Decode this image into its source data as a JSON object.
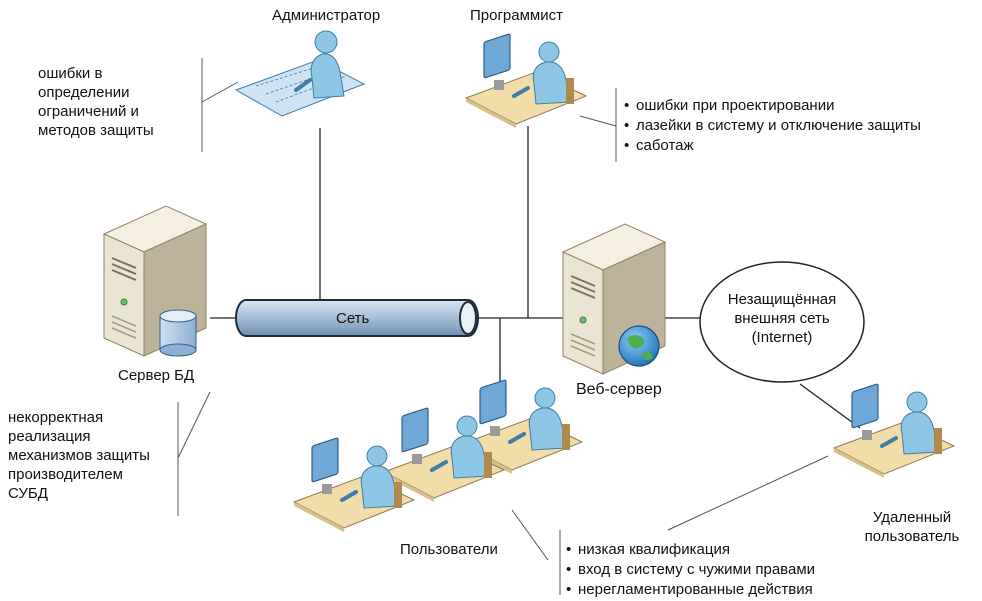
{
  "nodes": {
    "admin_label": "Администратор",
    "programmer_label": "Программист",
    "db_server_label": "Сервер БД",
    "web_server_label": "Веб-сервер",
    "network_label": "Сеть",
    "external_network_lines": [
      "Незащищённая",
      "внешняя сеть",
      "(Internet)"
    ],
    "users_label": "Пользователи",
    "remote_user_lines": [
      "Удаленный",
      "пользователь"
    ]
  },
  "notes": {
    "admin_errors_lines": [
      "ошибки в",
      "определении",
      "ограничений и",
      "методов защиты"
    ],
    "dbms_errors_lines": [
      "некорректная",
      "реализация",
      "механизмов защиты",
      "производителем",
      "СУБД"
    ],
    "programmer_threats": [
      "ошибки при проектировании",
      "лазейки в систему и отключение защиты",
      "саботаж"
    ],
    "user_threats": [
      "низкая квалификация",
      "вход в систему с чужими правами",
      "нерегламентированные действия"
    ]
  },
  "colors": {
    "line": "#222222",
    "server_body": "#eae4d2",
    "server_top": "#f4efe1",
    "server_side": "#bdb39a",
    "pipe_fill": "#a9c2da",
    "pipe_stroke": "#1f2a3a",
    "person": "#8ec6e6",
    "desk": "#f2dca8",
    "monitor": "#6fa8d6"
  }
}
